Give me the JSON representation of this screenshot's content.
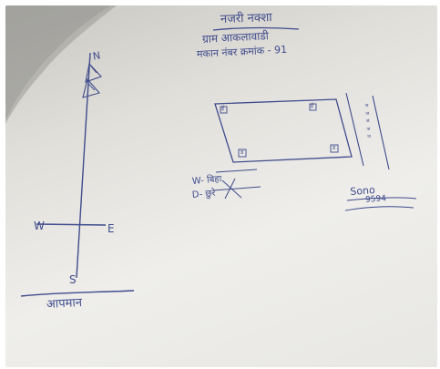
{
  "photo": {
    "title": "नजरी नक्शा",
    "village": "ग्राम आकलावाडी",
    "house": "मकान नंबर क्रमांक - 91",
    "compass": {
      "north": "N",
      "west": "W",
      "east": "E",
      "south": "S"
    },
    "measurements": {
      "width": "W- बिहा",
      "depth": "D- छुरे"
    },
    "scale_label": "आपमान",
    "signature": {
      "name": "Sono",
      "number": "9594"
    },
    "plan_labels": [
      "ई",
      "ई",
      "ड",
      "ड"
    ],
    "road_marks": [
      "ज",
      "ज",
      "ज",
      "ज",
      "ज"
    ],
    "colors": {
      "ink": "#3f4c8c",
      "paper": "#efeeeb",
      "shadow": "#c9c7c1"
    }
  }
}
